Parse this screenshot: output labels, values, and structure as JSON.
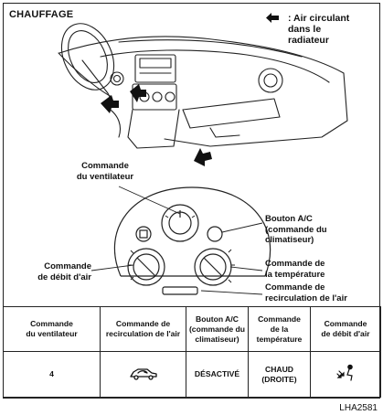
{
  "page": {
    "title": "CHAUFFAGE",
    "legend": {
      "icon": "black-arrow-icon",
      "lines": [
        ": Air circulant",
        "dans le",
        "radiateur"
      ]
    },
    "image_code": "LHA2581"
  },
  "callouts": {
    "fan_control": [
      "Commande",
      "du ventilateur"
    ],
    "ac_button": [
      "Bouton A/C",
      "(commande du",
      "climatiseur)"
    ],
    "air_flow_control": [
      "Commande",
      "de débit d'air"
    ],
    "temperature_control": [
      "Commande de",
      "la température"
    ],
    "air_recirculation_control": [
      "Commande de",
      "recirculation de l'air"
    ]
  },
  "table": {
    "headers": [
      [
        "Commande",
        "du ventilateur"
      ],
      [
        "Commande de",
        "recirculation de l'air"
      ],
      [
        "Bouton A/C",
        "(commande du",
        "climatiseur)"
      ],
      [
        "Commande",
        "de la",
        "température"
      ],
      [
        "Commande",
        "de débit d'air"
      ]
    ],
    "values": {
      "fan": "4",
      "recirculation_icon": "car-air-intake-icon",
      "ac": "DÉSACTIVÉ",
      "temperature": [
        "CHAUD",
        "(DROITE)"
      ],
      "air_flow_icon": "foot-vent-icon"
    }
  }
}
